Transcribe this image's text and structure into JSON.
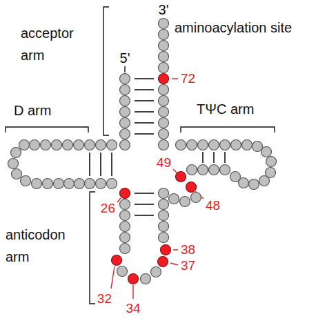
{
  "diagram": {
    "labels": [
      "3'",
      "acceptor arm",
      "aminoacylation site",
      "5'",
      "72",
      "D arm",
      "TΨC arm",
      "49",
      "48",
      "26",
      "anticodon arm",
      "38",
      "37",
      "32",
      "34"
    ]
  }
}
